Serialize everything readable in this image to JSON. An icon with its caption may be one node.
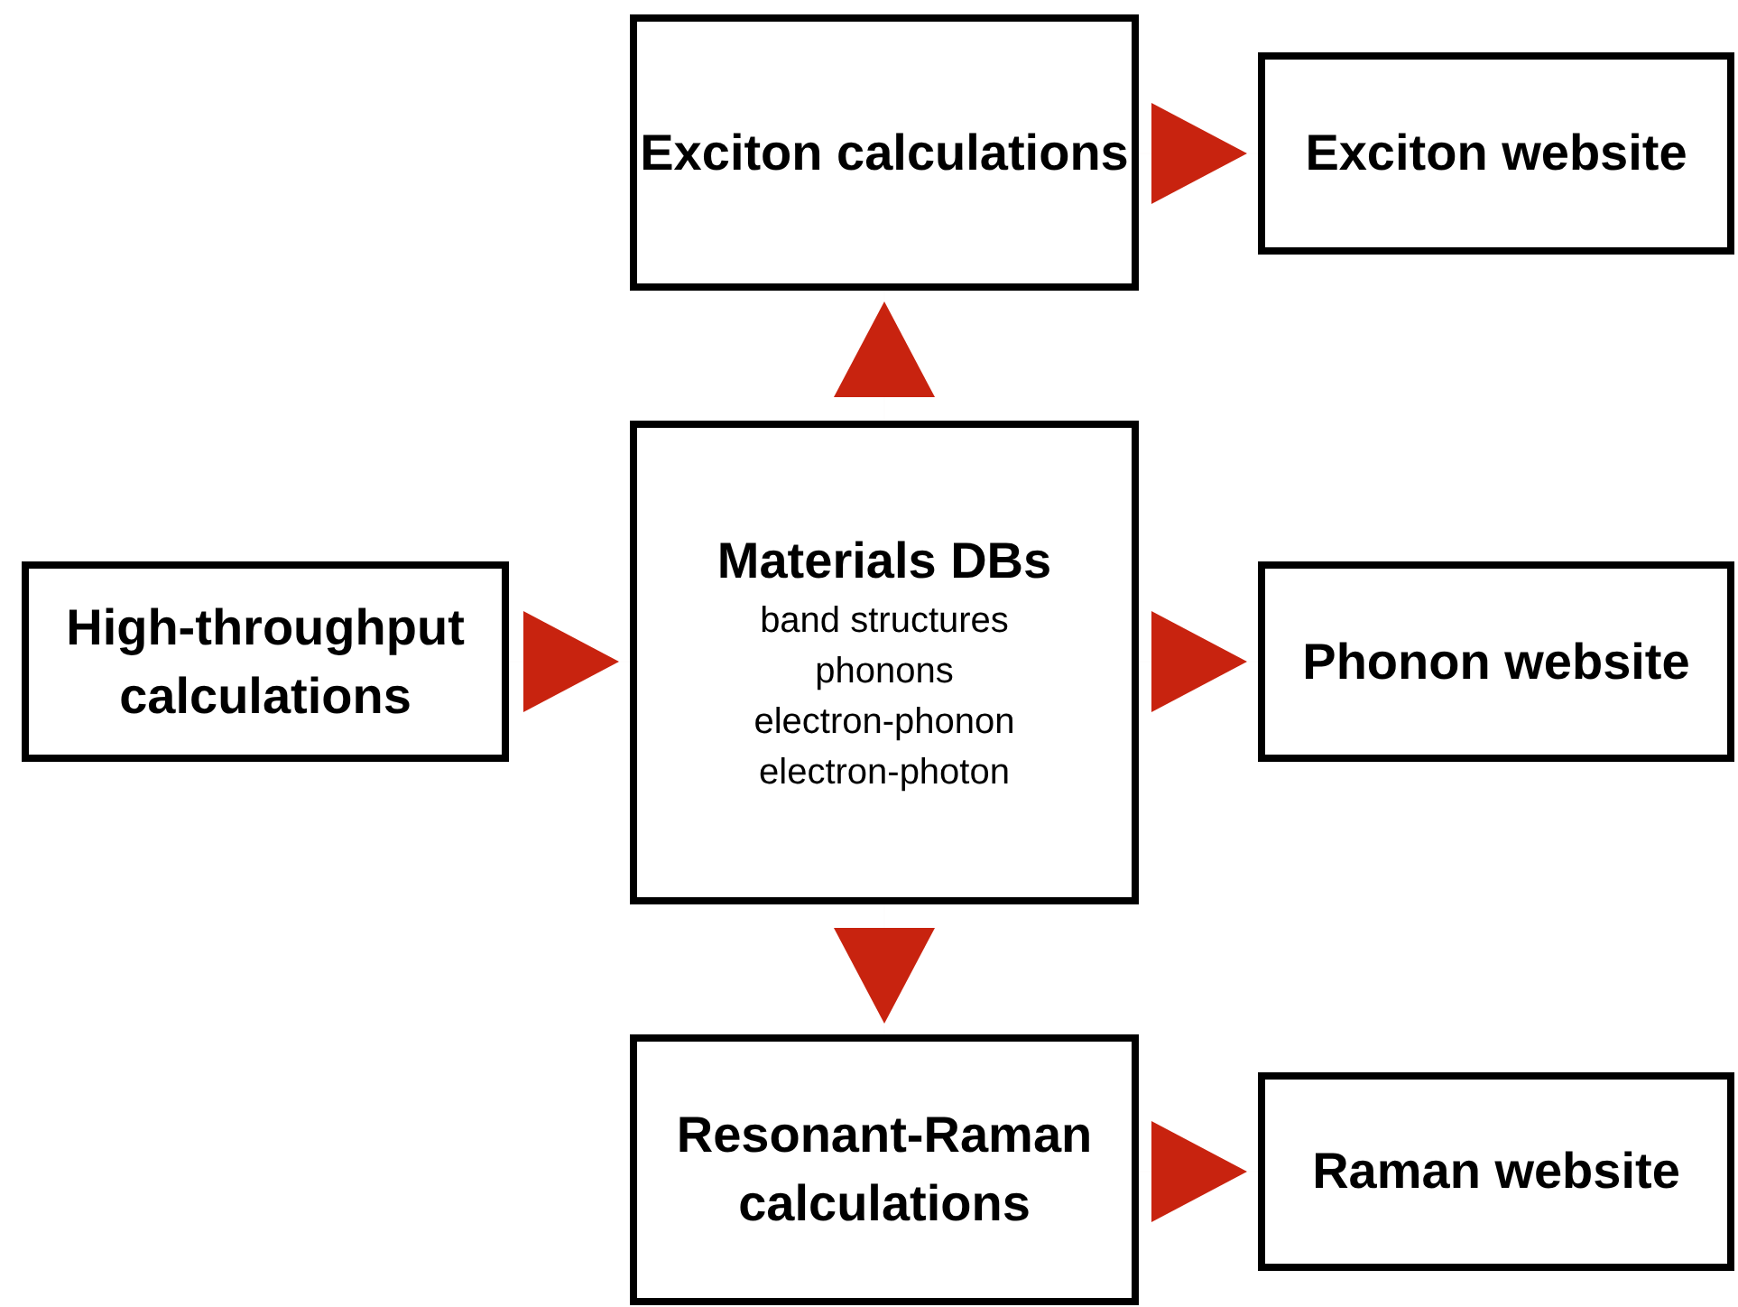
{
  "diagram": {
    "nodes": [
      {
        "text": [
          "Exciton calculations"
        ]
      },
      {
        "text": [
          "Exciton website"
        ]
      },
      {
        "text": [
          "High-throughput calculations"
        ]
      },
      {
        "text": [
          "Materials DBs",
          "band structures",
          "phonons",
          "electron-phonon",
          "electron-photon"
        ]
      },
      {
        "text": [
          "Phonon website"
        ]
      },
      {
        "text": [
          "Resonant-Raman calculations"
        ]
      },
      {
        "text": [
          "Raman website"
        ]
      }
    ],
    "edges": [
      {
        "from": 2,
        "to": 3,
        "arrow": "to"
      },
      {
        "from": 3,
        "to": 0,
        "arrow": "to"
      },
      {
        "from": 3,
        "to": 4,
        "arrow": "to"
      },
      {
        "from": 3,
        "to": 5,
        "arrow": "to"
      },
      {
        "from": 0,
        "to": 1,
        "arrow": "to"
      },
      {
        "from": 5,
        "to": 6,
        "arrow": "to"
      }
    ]
  }
}
